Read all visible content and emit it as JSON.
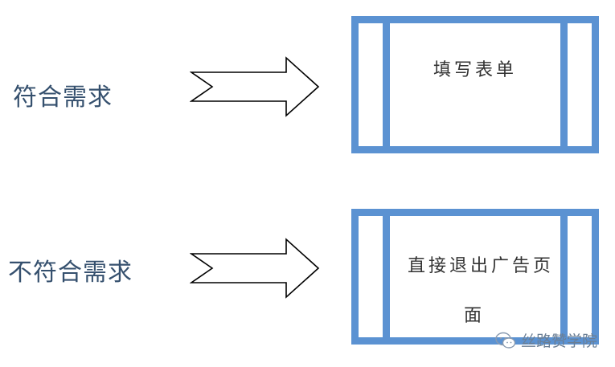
{
  "colors": {
    "label": "#35506e",
    "frame": "#5b92d2",
    "arrow_stroke": "#000000",
    "watermark": "#6b7f95"
  },
  "rows": [
    {
      "label": "符合需求",
      "frame_lines": [
        "填写表单"
      ]
    },
    {
      "label": "不符合需求",
      "frame_lines": [
        "直接退出广告页",
        "面"
      ]
    }
  ],
  "watermark": {
    "icon": "wechat-icon",
    "text": "丝路赞学院"
  }
}
